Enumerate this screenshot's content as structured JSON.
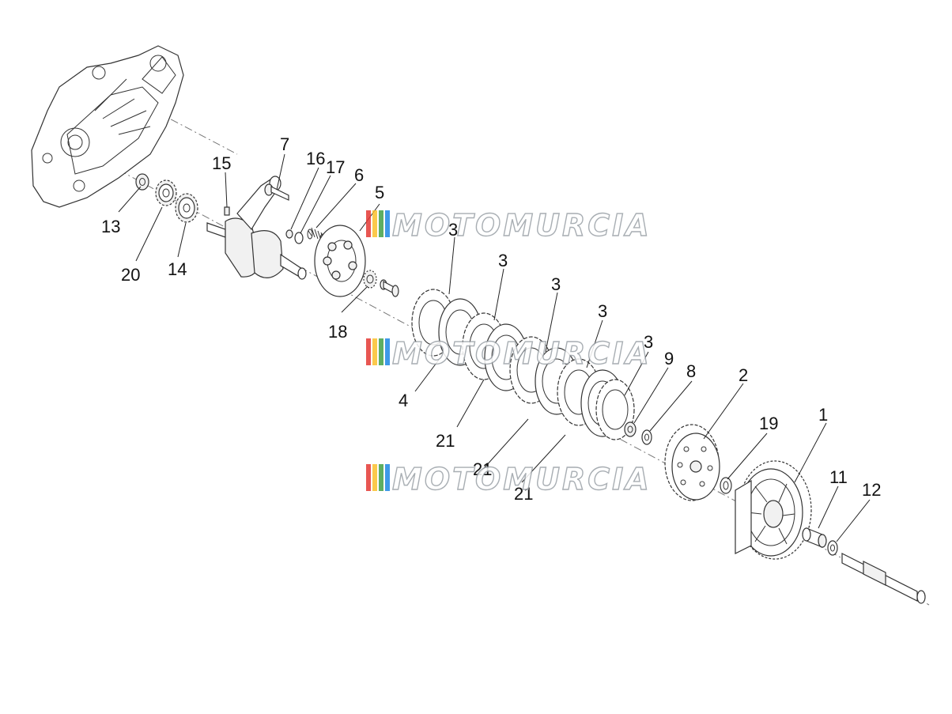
{
  "watermark": {
    "text": "MOTOMURCIA",
    "stripe_colors": [
      "#e53935",
      "#fbc02d",
      "#43a047",
      "#1e88e5"
    ]
  },
  "callouts": [
    "1",
    "2",
    "3",
    "3",
    "3",
    "3",
    "3",
    "4",
    "5",
    "6",
    "7",
    "8",
    "9",
    "11",
    "12",
    "13",
    "14",
    "15",
    "16",
    "17",
    "18",
    "19",
    "20",
    "21",
    "21",
    "21"
  ]
}
